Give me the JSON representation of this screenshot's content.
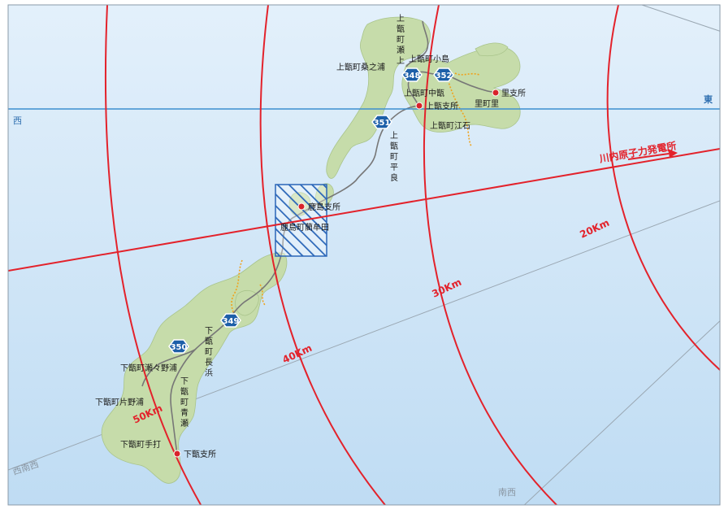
{
  "colors": {
    "sea_top": "#e3f0fb",
    "sea_bottom": "#bfdcf3",
    "land": "#c6dcaa",
    "road": "#777777",
    "trail": "#f0a21b",
    "ring": "#e3222b",
    "meridian": "#3d8fd0",
    "hatch": "#2a66b8",
    "route_shield": "#1d5fa8",
    "office_dot": "#d8232a"
  },
  "directions": {
    "west": "西",
    "east": "東",
    "wsw": "西南西",
    "sw": "南西"
  },
  "plant": {
    "label": "川内原子力発電所",
    "arrow_icon": "right-arrow-icon"
  },
  "rings": [
    "20Km",
    "30Km",
    "40Km",
    "50Km"
  ],
  "routes": [
    "348",
    "352",
    "351",
    "349",
    "350"
  ],
  "places": {
    "kami_se": [
      "上",
      "甑",
      "町",
      "瀬",
      "上"
    ],
    "kami_kuwanoura": "上甑町桑之浦",
    "kami_kojima": "上甑町小島",
    "sato_office": "里支所",
    "kami_nakakoshiki": "上甑町中甑",
    "satocho_sato": "里町里",
    "kamikoshiki_office": "上甑支所",
    "kami_eishi": "上甑町江石",
    "kami_hira": [
      "上",
      "甑",
      "町",
      "平",
      "良"
    ],
    "kashima_office": "鹿島支所",
    "kashima_ranmaki": "鹿島町藺牟田",
    "shimo_nagahama": [
      "下",
      "甑",
      "町",
      "長",
      "浜"
    ],
    "shimo_sesenoura": "下甑町瀬々野浦",
    "shimo_aose": [
      "下",
      "甑",
      "町",
      "青",
      "瀬"
    ],
    "shimo_katanoura": "下甑町片野浦",
    "shimo_teuchi": "下甑町手打",
    "shimokoshiki_office": "下甑支所"
  }
}
